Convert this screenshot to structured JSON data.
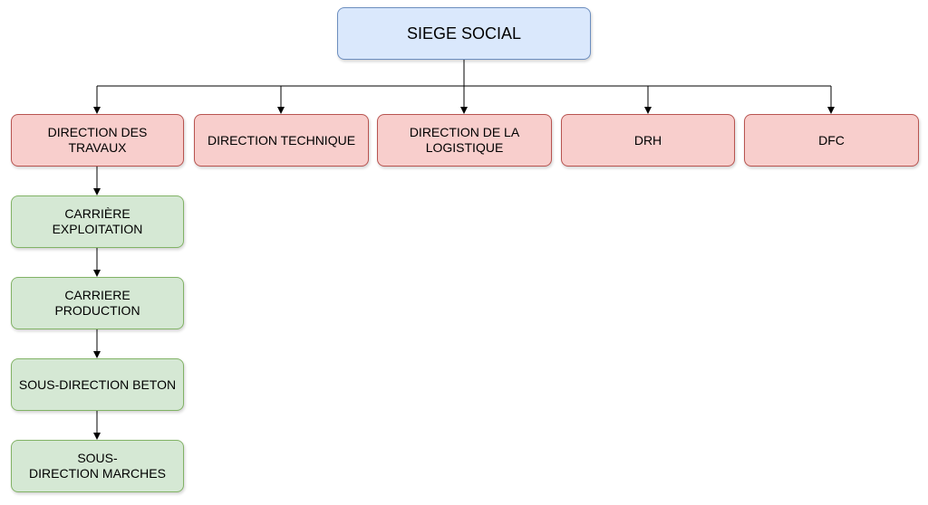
{
  "root": {
    "label": "SIEGE SOCIAL"
  },
  "directions": [
    {
      "label": "DIRECTION DES\nTRAVAUX"
    },
    {
      "label": "DIRECTION TECHNIQUE"
    },
    {
      "label": "DIRECTION DE LA\nLOGISTIQUE"
    },
    {
      "label": "DRH"
    },
    {
      "label": "DFC"
    }
  ],
  "sub_units": [
    {
      "label": "CARRIÈRE\nEXPLOITATION"
    },
    {
      "label": "CARRIERE\nPRODUCTION"
    },
    {
      "label": "SOUS-DIRECTION BETON"
    },
    {
      "label": "SOUS-\nDIRECTION MARCHES"
    }
  ],
  "colors": {
    "root_fill": "#dae8fc",
    "root_stroke": "#6c8ebf",
    "direction_fill": "#f8cecc",
    "direction_stroke": "#b85450",
    "sub_fill": "#d5e8d4",
    "sub_stroke": "#82b366",
    "connector": "#000000"
  }
}
